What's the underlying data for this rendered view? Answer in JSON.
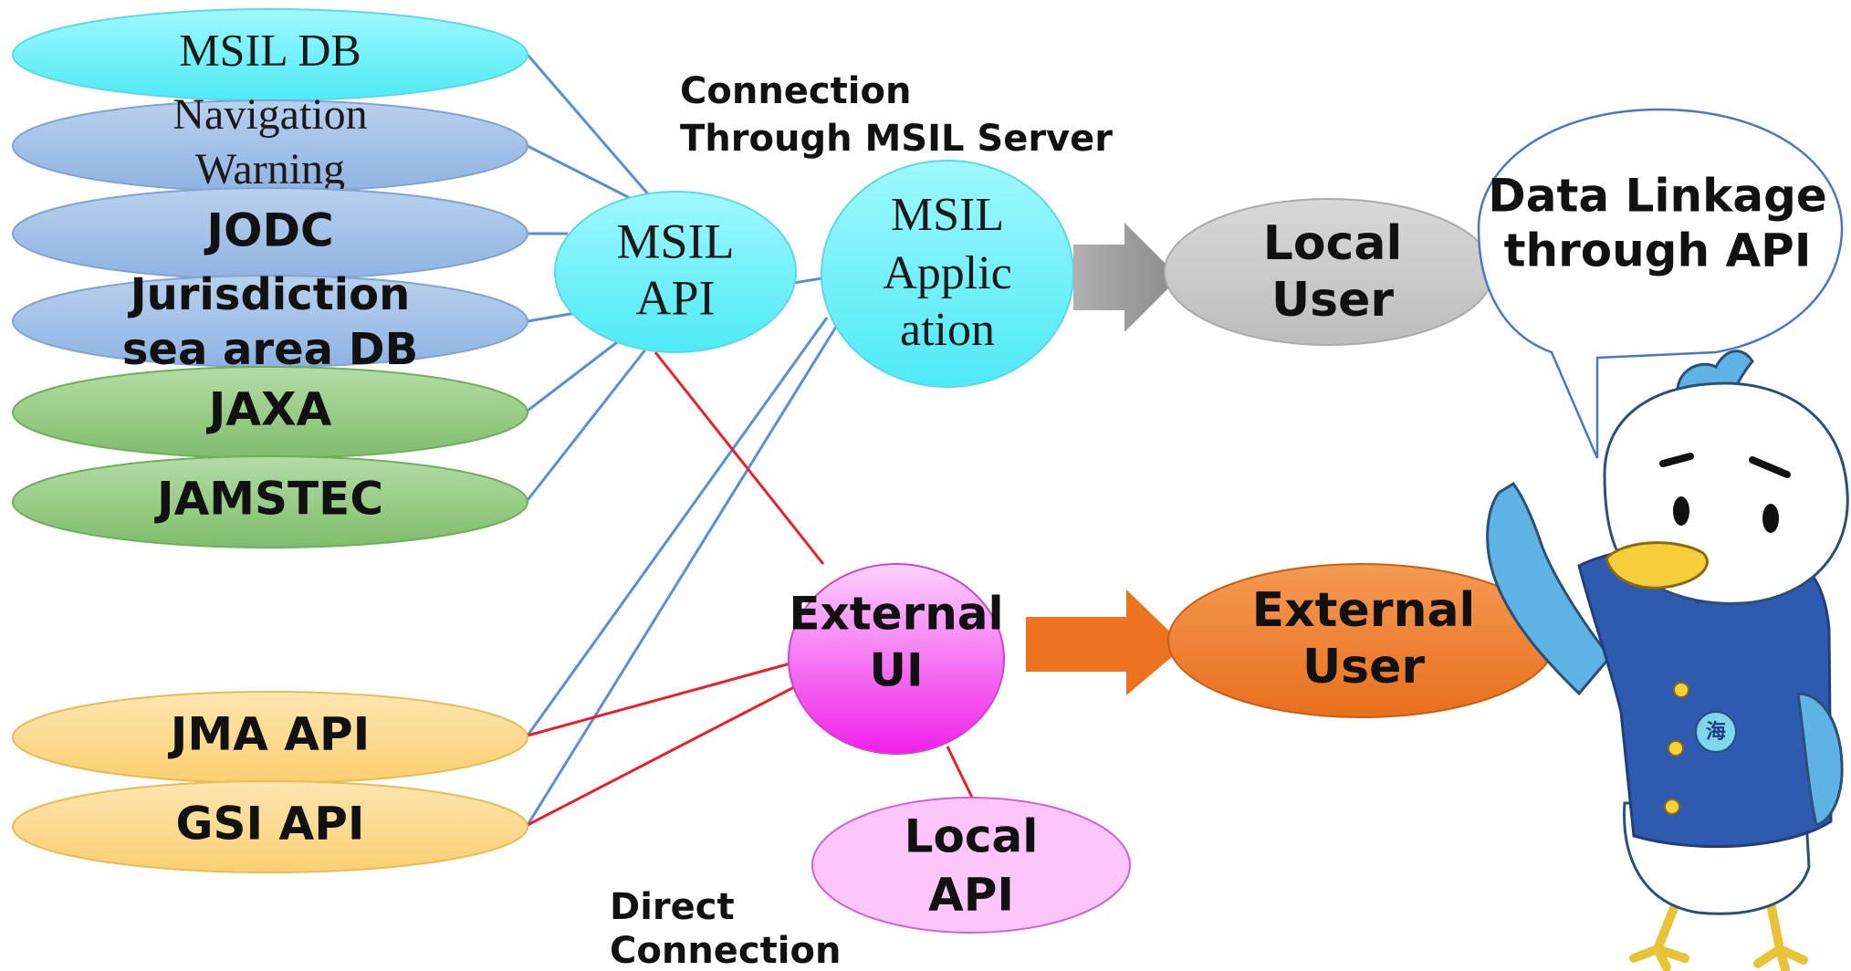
{
  "sources": {
    "msil_db": [
      "MSIL DB"
    ],
    "nav_warning": [
      "Navigation",
      "Warning"
    ],
    "jodc": [
      "JODC"
    ],
    "jurisdiction": [
      "Jurisdiction",
      "sea area DB"
    ],
    "jaxa": [
      "JAXA"
    ],
    "jamstec": [
      "JAMSTEC"
    ],
    "jma": [
      "JMA API"
    ],
    "gsi": [
      "GSI API"
    ]
  },
  "nodes": {
    "msil_api": [
      "MSIL",
      "API"
    ],
    "msil_app": [
      "MSIL",
      "Applic",
      "ation"
    ],
    "external_ui": [
      "External",
      "UI"
    ],
    "local_api": [
      "Local",
      "API"
    ],
    "local_user": [
      "Local",
      "User"
    ],
    "external_user": [
      "External",
      "User"
    ]
  },
  "labels": {
    "through_server": [
      "Connection",
      "Through MSIL Server"
    ],
    "direct": [
      "Direct",
      "Connection"
    ]
  },
  "speech": [
    "Data Linkage",
    "through API"
  ],
  "mascot": {
    "badge_text": "海"
  },
  "colors": {
    "cyan": "#6ff3fb",
    "blue_db": "#9dbde6",
    "green": "#8fc87e",
    "yellow": "#fcd98a",
    "pink_ui": "#f45cf0",
    "pink_light": "#fcc6fb",
    "gray": "#cfcfcf",
    "orange": "#f08030",
    "line_blue": "#5b8fd3",
    "line_red": "#e8202a"
  }
}
